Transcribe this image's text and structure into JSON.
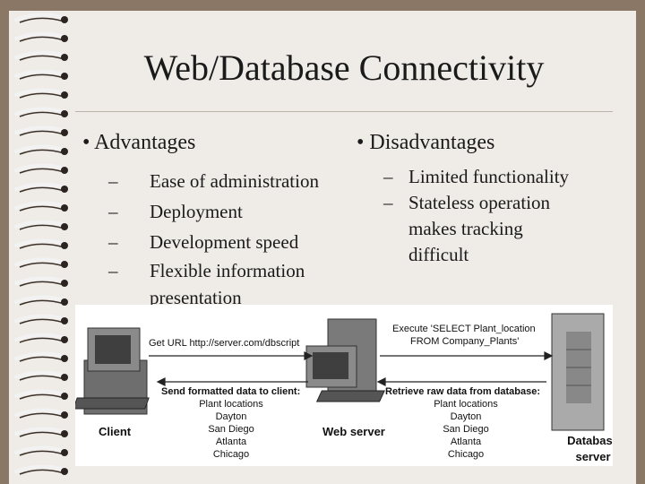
{
  "slide": {
    "title": "Web/Database Connectivity",
    "advantages": {
      "heading": "Advantages",
      "items": [
        "Ease of administration",
        "Deployment",
        "Development speed",
        "Flexible information presentation"
      ]
    },
    "disadvantages": {
      "heading": "Disadvantages",
      "items": [
        "Limited functionality",
        "Stateless operation makes tracking difficult"
      ]
    }
  },
  "diagram": {
    "client_label": "Client",
    "webserver_label": "Web server",
    "dbserver_label_1": "Database",
    "dbserver_label_2": "server",
    "request_text": "Get URL http://server.com/dbscript",
    "sql_line_1": "Execute 'SELECT Plant_location",
    "sql_line_2": "FROM Company_Plants'",
    "send_header": "Send formatted data to client:",
    "retrieve_header": "Retrieve raw data from database:",
    "send_list": [
      "Plant locations",
      "Dayton",
      "San Diego",
      "Atlanta",
      "Chicago"
    ],
    "retrieve_list": [
      "Plant locations",
      "Dayton",
      "San Diego",
      "Atlanta",
      "Chicago"
    ]
  },
  "colors": {
    "background_frame": "#8b7766",
    "slide": "#efece8"
  }
}
